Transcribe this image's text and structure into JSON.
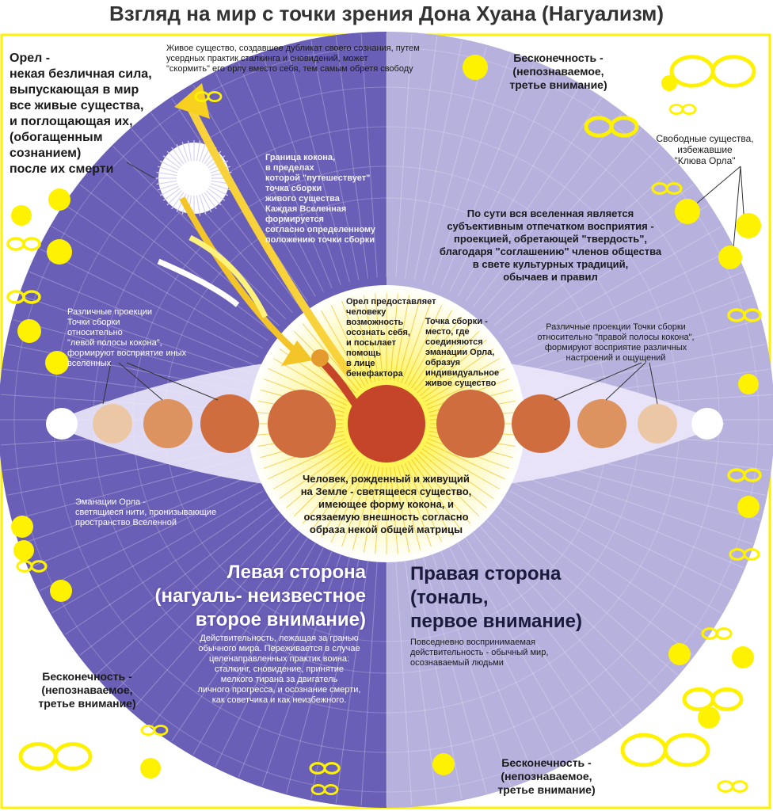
{
  "title": "Взгляд на мир с точки зрения Дона Хуана (Нагуализм)",
  "eagle_label": "Орел -\nнекая безличная сила,\nвыпускающая в мир\nвсе живые существа,\nи поглощающая их,\n(обогащенным\nсознанием)\nпосле их смерти",
  "duplicate_note": "Живое существо, создавшее дубликат своего сознания, путем\nусердных практик сталкинга и сновидений, может\n\"скормить\" его орлу вместо себя, тем самым обретя свободу",
  "infinity_labels": {
    "top_right": "Бесконечность -\n(непознаваемое,\nтретье внимание)",
    "bottom_left": "Бесконечность -\n(непознаваемое,\nтретье внимание)",
    "bottom_right": "Бесконечность -\n(непознаваемое,\nтретье внимание)"
  },
  "free_beings": "Свободные существа,\nизбежавшие\n\"Клюва Орла\"",
  "cocoon_border": "Граница кокона,\nв пределах\nкоторой \"путешествует\"\nточка сборки\nживого существа\nКаждая Вселенная\nформируется\nсогласно определенному\nположению точки сборки",
  "universe_note": "По сути вся вселенная является\nсубъективным отпечатком восприятия -\nпроекцией, обретающей \"твердость\",\nблагодаря \"соглашению\" членов общества\nв свете культурных традиций,\nобычаев и правил",
  "left_projections": "Различные проекции\nТочки сборки\nотносительно\n\"левой полосы кокона\",\nформируют восприятие иных\nвселенных",
  "right_projections": "Различные проекции Точки сборки\nотносительно \"правой полосы кокона\",\nформируют восприятие различных\nнастроений и ощущений",
  "eagle_gives": "Орел предоставляет\nчеловеку\nвозможность\nосознать себя,\nи посылает\nпомощь\nв лице\nбенефактора",
  "assembly_point": "Точка сборки -\nместо, где\nсоединяются\nэманации Орла,\nобразуя\nиндивидуальное\nживое существо",
  "human_note": "Человек, рожденный и живущий\nна Земле - светящееся существо,\nимеющее форму кокона, и\nосязаемую внешность согласно\nобраза некой общей матрицы",
  "emanations": "Эманации Орла -\nсветящиеся нити, пронизывающие\nпространство Вселенной",
  "left_side": {
    "heading": "Левая сторона\n(нагуаль- неизвестное\nвторое внимание)",
    "text": "Действительность, лежащая за гранью\nобычного мира. Переживается в случае\nцеленаправленных практик воина:\nсталкинг, сновидение, принятие\nмелкого тирана за двигатель\nличного прогресса, и осознание смерти,\nкак советчика и как неизбежного."
  },
  "right_side": {
    "heading": "Правая сторона\n(тональ,\nпервое внимание)",
    "text": "Повседневно воспринимаемая\nдействительность - обычный мир,\nосознаваемый людьми"
  },
  "colors": {
    "purple_dark": "#6a5fb6",
    "purple_light": "#b7b1de",
    "yellow": "#fff200",
    "center_red": "#c4452a",
    "ball_dark": "#cf6d3f",
    "ball_mid": "#dd935f",
    "ball_light": "#ecc7a5"
  }
}
